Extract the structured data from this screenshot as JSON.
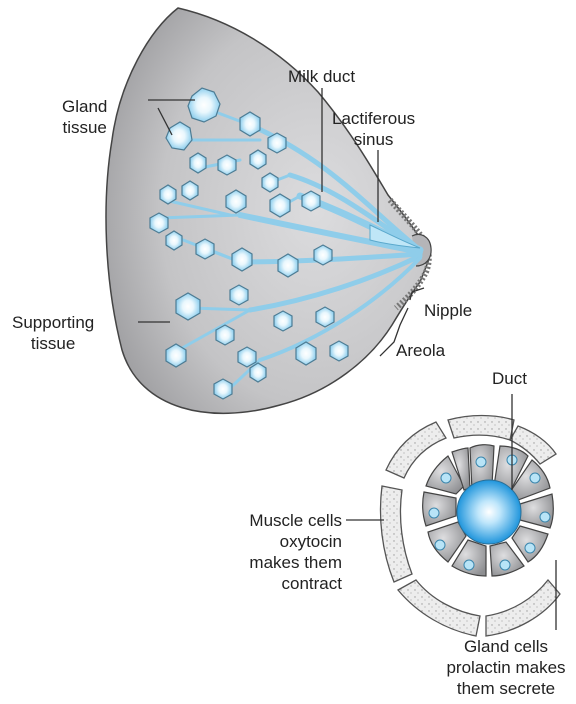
{
  "labels": {
    "gland_tissue": [
      "Gland",
      "tissue"
    ],
    "milk_duct": "Milk duct",
    "lactiferous_sinus": [
      "Lactiferous",
      "sinus"
    ],
    "supporting_tissue": [
      "Supporting",
      "tissue"
    ],
    "nipple": "Nipple",
    "areola": "Areola",
    "duct": "Duct",
    "muscle_cells": [
      "Muscle cells",
      "oxytocin",
      "makes them",
      "contract"
    ],
    "gland_cells": [
      "Gland cells",
      "prolactin makes",
      "them secrete"
    ]
  },
  "colors": {
    "tissue_fill": "#c9c9cb",
    "tissue_shadow": "#8e8e91",
    "gland_blue": "#a9dcf3",
    "gland_core": "#ffffff",
    "duct_blue": "#9fd3ec",
    "duct_lumen": "#2a9fe0",
    "cell_gray": "#a4a5a8",
    "muscle_fill": "#ececec",
    "outline": "#333333"
  }
}
